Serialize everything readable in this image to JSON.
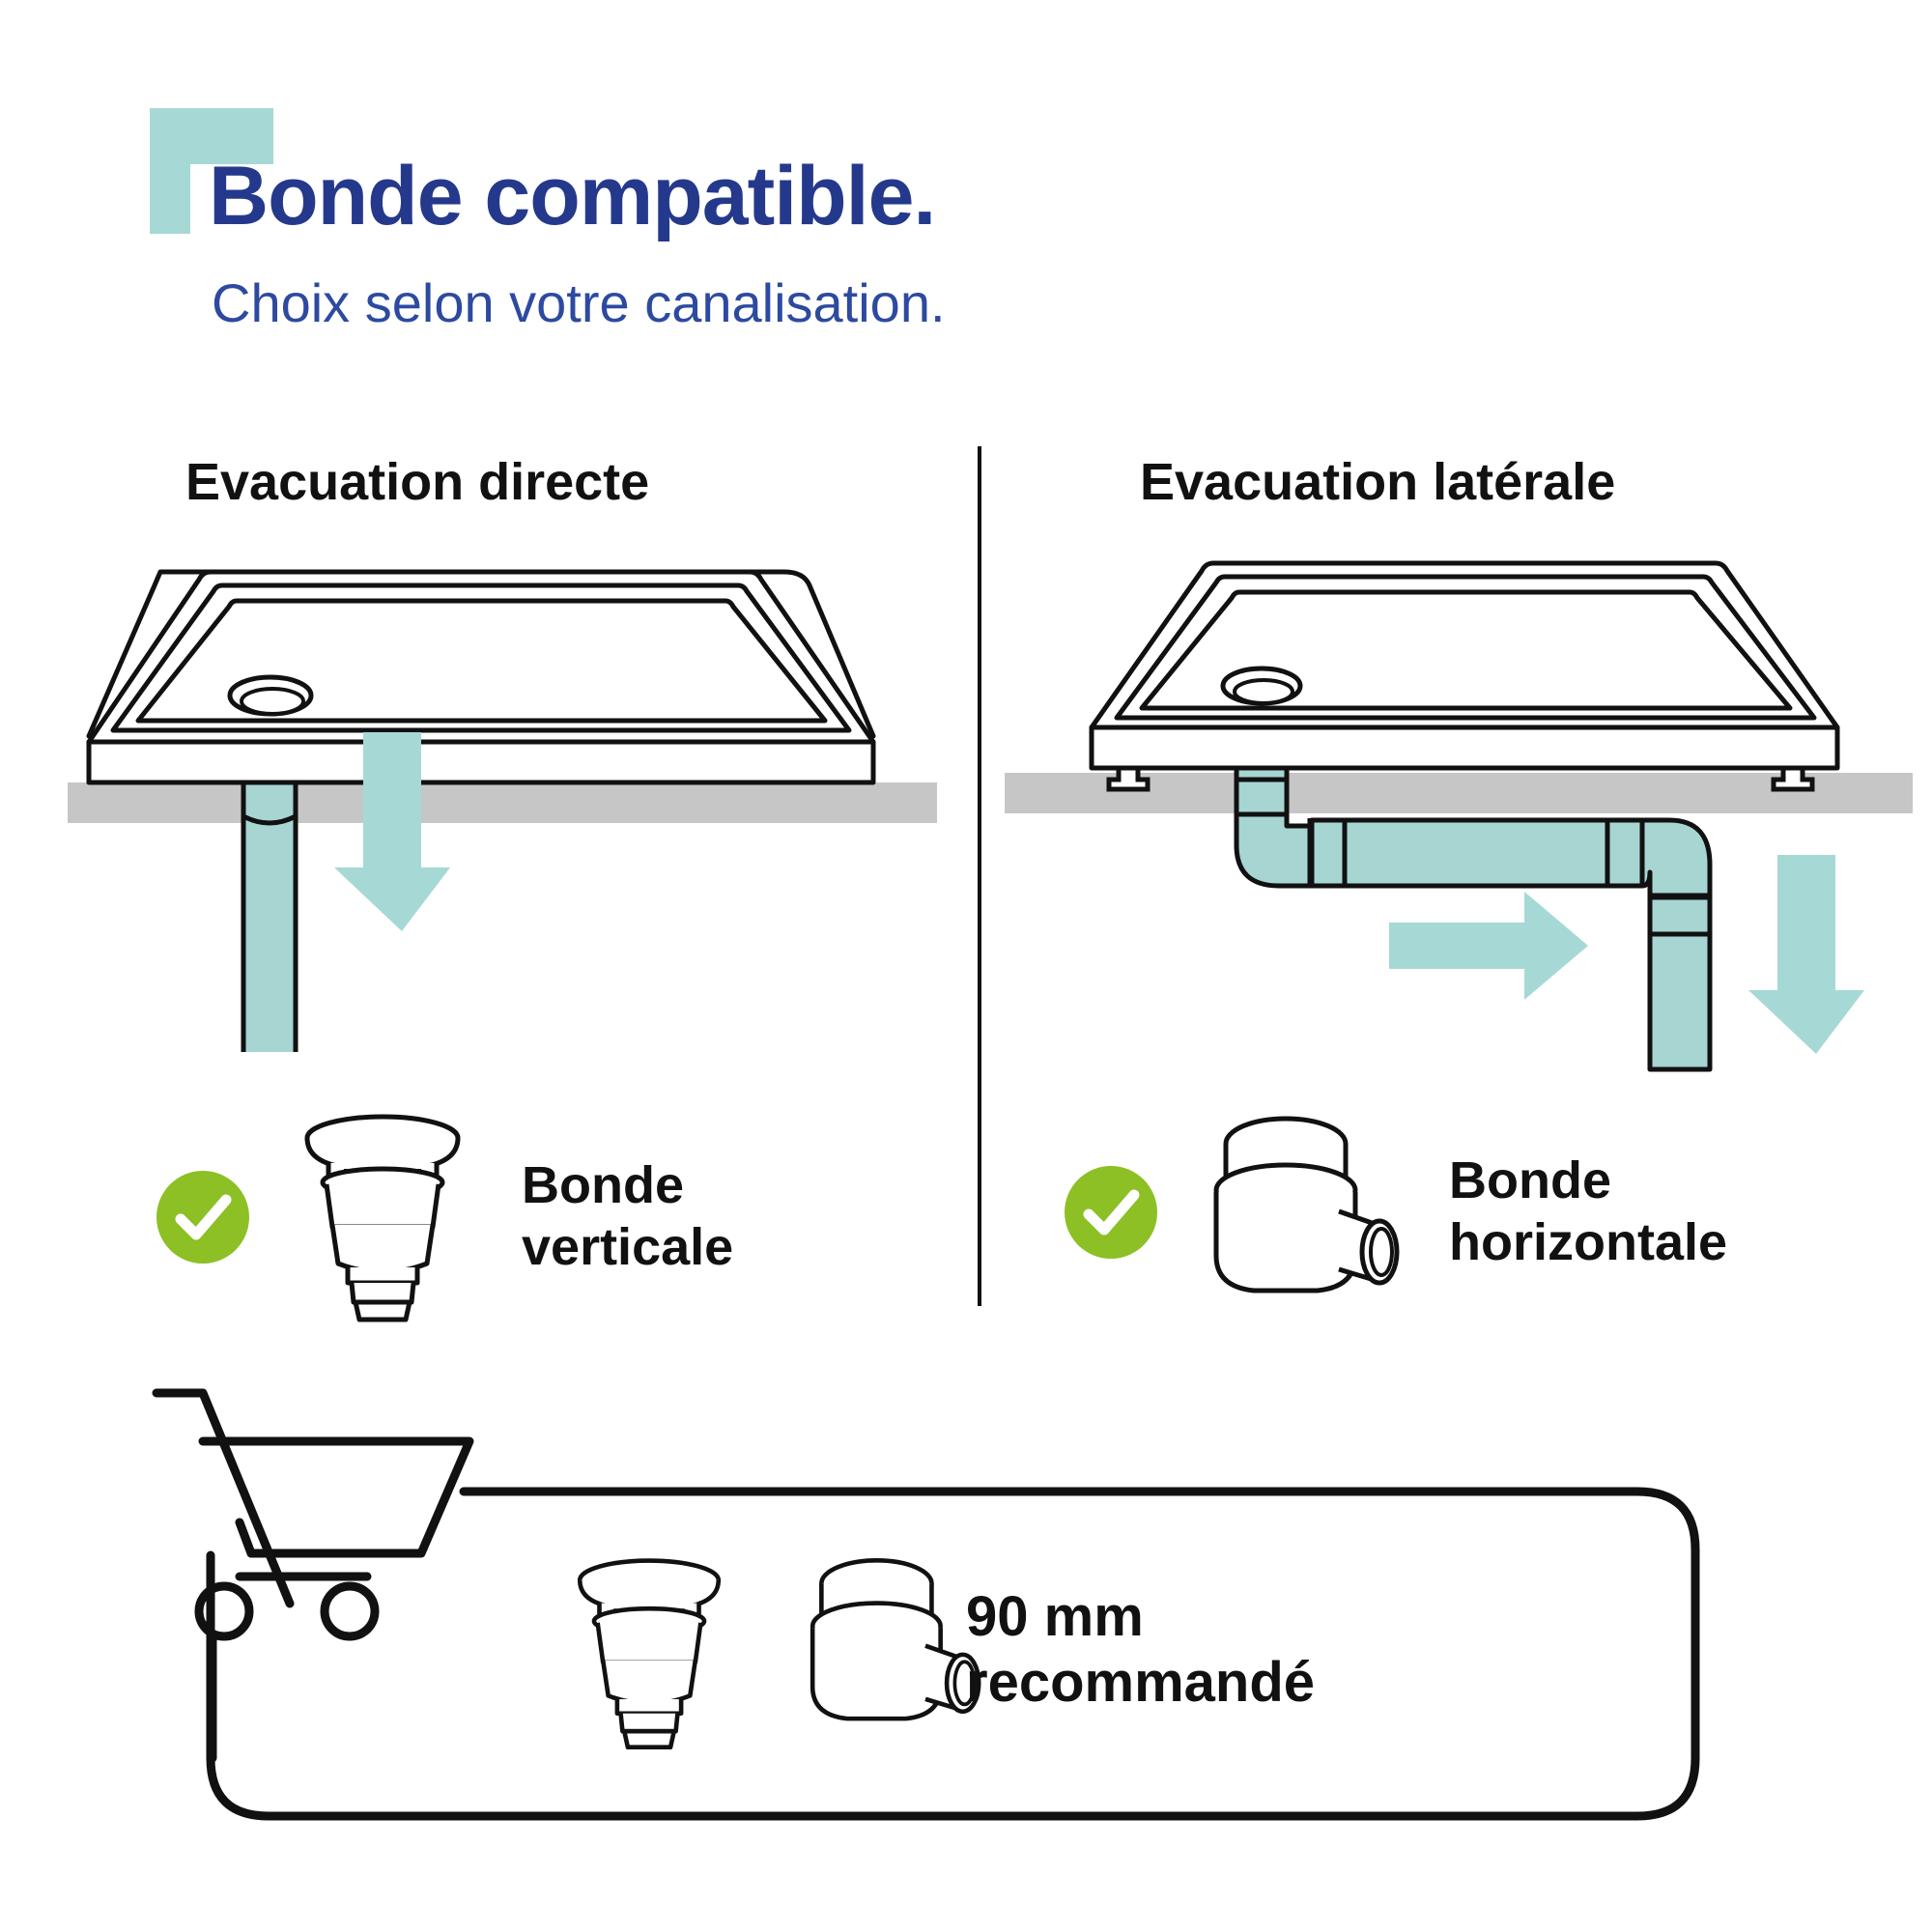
{
  "header": {
    "title": "Bonde compatible.",
    "subtitle": "Choix selon votre canalisation.",
    "bracket_color": "#a6d9d5",
    "title_color": "#25398c"
  },
  "columns": [
    {
      "id": "direct",
      "heading": "Evacuation directe",
      "check_mark": "check-icon",
      "result_label": "Bonde\nverticale",
      "drain_type": "vertical-drain",
      "flow_arrows": [
        "down"
      ]
    },
    {
      "id": "lateral",
      "heading": "Evacuation latérale",
      "check_mark": "check-icon",
      "result_label": "Bonde\nhorizontale",
      "drain_type": "horizontal-drain",
      "flow_arrows": [
        "right",
        "down"
      ]
    }
  ],
  "recommendation": {
    "cart_icon": "shopping-cart-icon",
    "items": [
      "vertical-drain",
      "horizontal-drain"
    ],
    "label": "90 mm\nrecommandé"
  },
  "palette": {
    "teal": "#a6d9d5",
    "teal_pipe": "#a6d5d2",
    "green": "#8cc024",
    "navy": "#25398c",
    "floor_grey": "#c6c6c6",
    "outline": "#111111",
    "white": "#ffffff"
  }
}
